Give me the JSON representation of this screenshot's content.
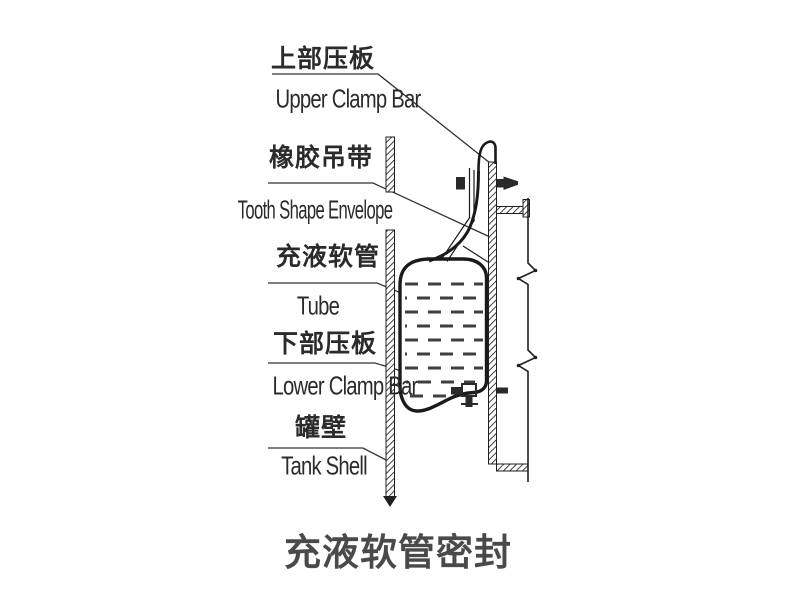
{
  "diagram": {
    "title": "充液软管密封",
    "labels": [
      {
        "zh": "上部压板",
        "en": "Upper Clamp Bar"
      },
      {
        "zh": "橡胶吊带",
        "en": "Tooth Shape Envelope"
      },
      {
        "zh": "充液软管",
        "en": "Tube"
      },
      {
        "zh": "下部压板",
        "en": "Lower Clamp Bar"
      },
      {
        "zh": "罐壁",
        "en": "Tank Shell"
      }
    ],
    "colors": {
      "line": "#1f1f1f",
      "label_text": "#2b2b2b",
      "title_text": "#4a4a4a",
      "background": "#ffffff"
    }
  }
}
